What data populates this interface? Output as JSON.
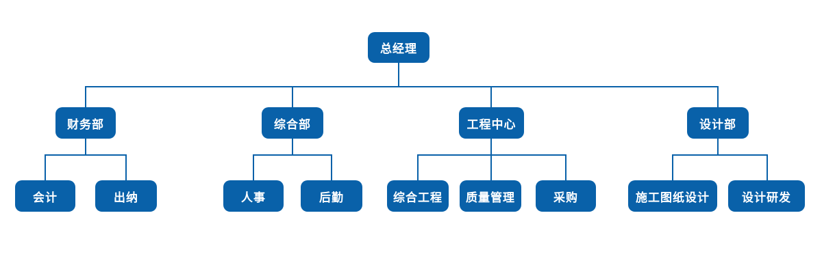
{
  "title": "company-organization-chart",
  "colors": {
    "node_fill": "#0961a9",
    "connector_line": "#0961a9",
    "node_text": "#ffffff",
    "background": "#ffffff"
  },
  "org": {
    "root": {
      "label": "总经理",
      "children": [
        {
          "label": "财务部",
          "children": [
            {
              "label": "会计"
            },
            {
              "label": "出纳"
            }
          ]
        },
        {
          "label": "综合部",
          "children": [
            {
              "label": "人事"
            },
            {
              "label": "后勤"
            }
          ]
        },
        {
          "label": "工程中心",
          "children": [
            {
              "label": "综合工程"
            },
            {
              "label": "质量管理"
            },
            {
              "label": "采购"
            }
          ]
        },
        {
          "label": "设计部",
          "children": [
            {
              "label": "施工图纸设计"
            },
            {
              "label": "设计研发"
            }
          ]
        }
      ]
    }
  }
}
